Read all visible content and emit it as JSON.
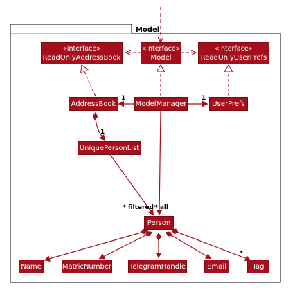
{
  "package": {
    "name": "Model"
  },
  "colors": {
    "node_fill": "#a50f1b",
    "edge": "#a50f1b",
    "text": "#ffffff"
  },
  "nodes": {
    "model_if": {
      "stereotype": "«interface»",
      "name": "Model"
    },
    "roab": {
      "stereotype": "«interface»",
      "name": "ReadOnlyAddressBook"
    },
    "roup": {
      "stereotype": "«interface»",
      "name": "ReadOnlyUserPrefs"
    },
    "addressbook": {
      "name": "AddressBook"
    },
    "modelmanager": {
      "name": "ModelManager"
    },
    "userprefs": {
      "name": "UserPrefs"
    },
    "upl": {
      "name": "UniquePersonList"
    },
    "person": {
      "name": "Person"
    },
    "name": {
      "name": "Name"
    },
    "matric": {
      "name": "MatricNumber"
    },
    "telegram": {
      "name": "TelegramHandle"
    },
    "email": {
      "name": "Email"
    },
    "tag": {
      "name": "Tag"
    }
  },
  "labels": {
    "mm_ab": "1",
    "mm_up": "1",
    "ab_upl": "1",
    "filtered": "* filtered",
    "all": "* all",
    "tag_mult": "*"
  }
}
